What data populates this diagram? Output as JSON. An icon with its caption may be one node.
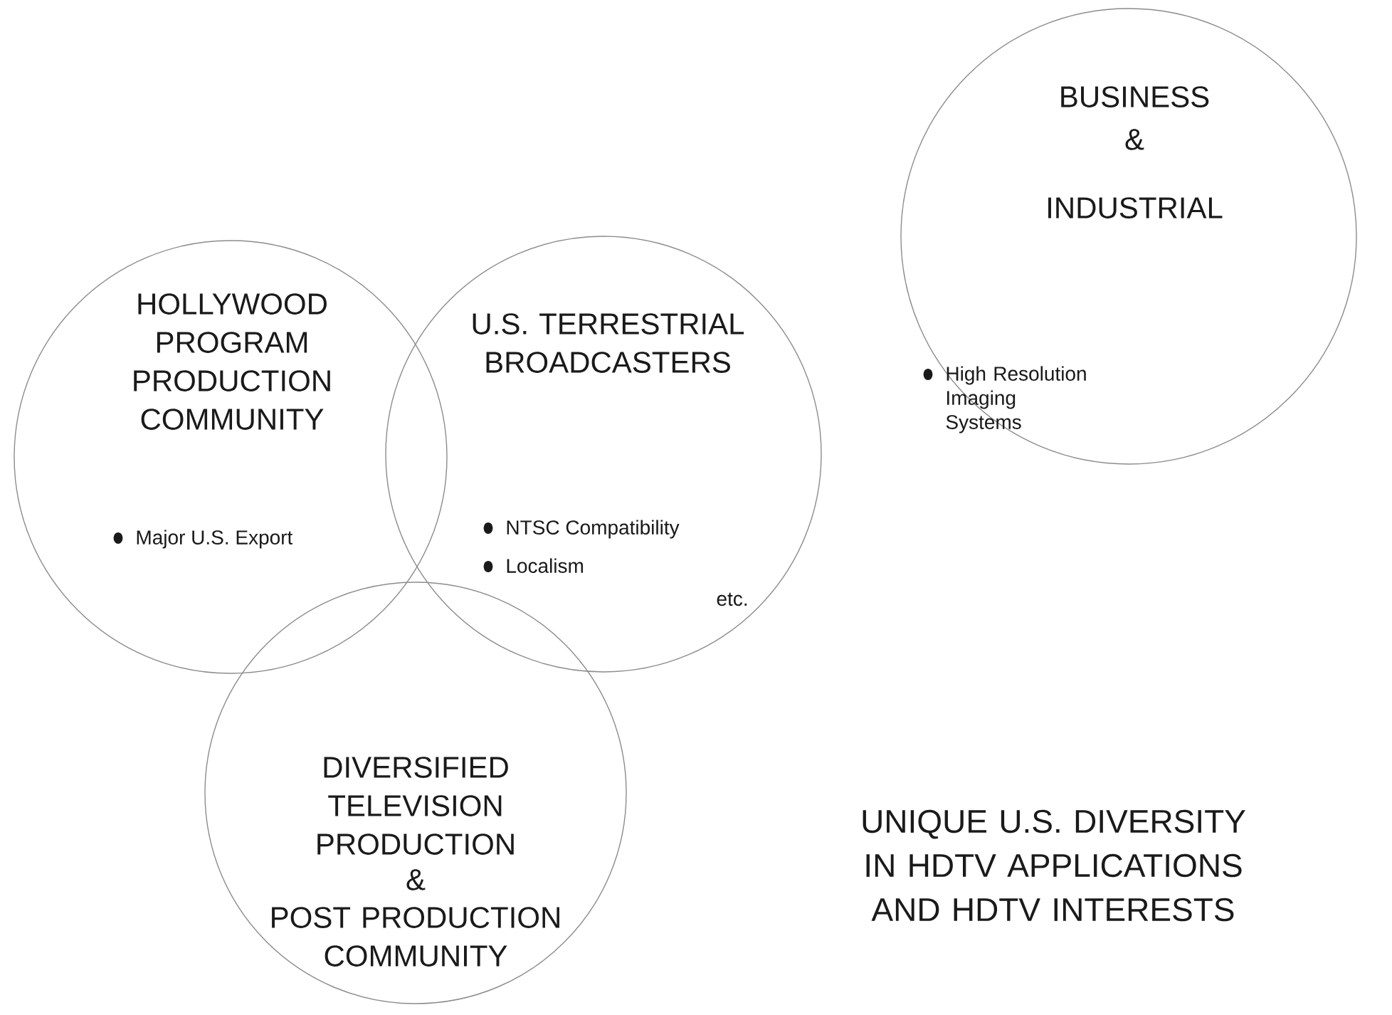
{
  "diagram": {
    "nodes": [
      {
        "text": [
          "HOLLYWOOD PROGRAM PRODUCTION COMMUNITY",
          "Major U.S. Export"
        ]
      },
      {
        "text": [
          "U.S. TERRESTRIAL BROADCASTERS",
          "NTSC Compatibility",
          "Localism",
          "etc."
        ]
      },
      {
        "text": [
          "DIVERSIFIED TELEVISION PRODUCTION",
          "&",
          "POST PRODUCTION COMMUNITY"
        ]
      },
      {
        "text": [
          "BUSINESS",
          "&",
          "INDUSTRIAL",
          "High Resolution Imaging Systems"
        ]
      }
    ],
    "labels": [
      "UNIQUE U.S. DIVERSITY IN HDTV APPLICATIONS AND HDTV INTERESTS"
    ]
  }
}
